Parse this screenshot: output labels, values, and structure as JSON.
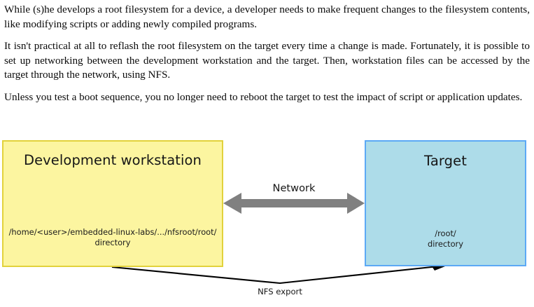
{
  "document": {
    "paragraphs": [
      "While (s)he develops a root filesystem for a device, a developer needs to make frequent changes to the filesystem contents, like modifying scripts or adding newly compiled programs.",
      "It isn't practical at all to reflash the root filesystem on the target every time a change is made. Fortunately, it is possible to set up networking between the development workstation and the target. Then, workstation files can be accessed by the target through the network, using NFS.",
      "Unless you test a boot sequence, you no longer need to reboot the target to test the impact of script or application updates."
    ]
  },
  "diagram": {
    "workstation": {
      "title": "Development workstation",
      "path_line1": "/home/<user>/embedded-linux-labs/.../nfsroot/root/",
      "path_line2": "directory",
      "fill_color": "#fcf5a0",
      "border_color": "#e2d23c"
    },
    "target": {
      "title": "Target",
      "path_line1": "/root/",
      "path_line2": "directory",
      "fill_color": "#addce9",
      "border_color": "#5ca9f5"
    },
    "network_arrow": {
      "label": "Network",
      "color": "#808080",
      "direction": "bidirectional"
    },
    "nfs_arrow": {
      "label": "NFS export",
      "color": "#000000",
      "direction": "workstation-to-target"
    }
  }
}
